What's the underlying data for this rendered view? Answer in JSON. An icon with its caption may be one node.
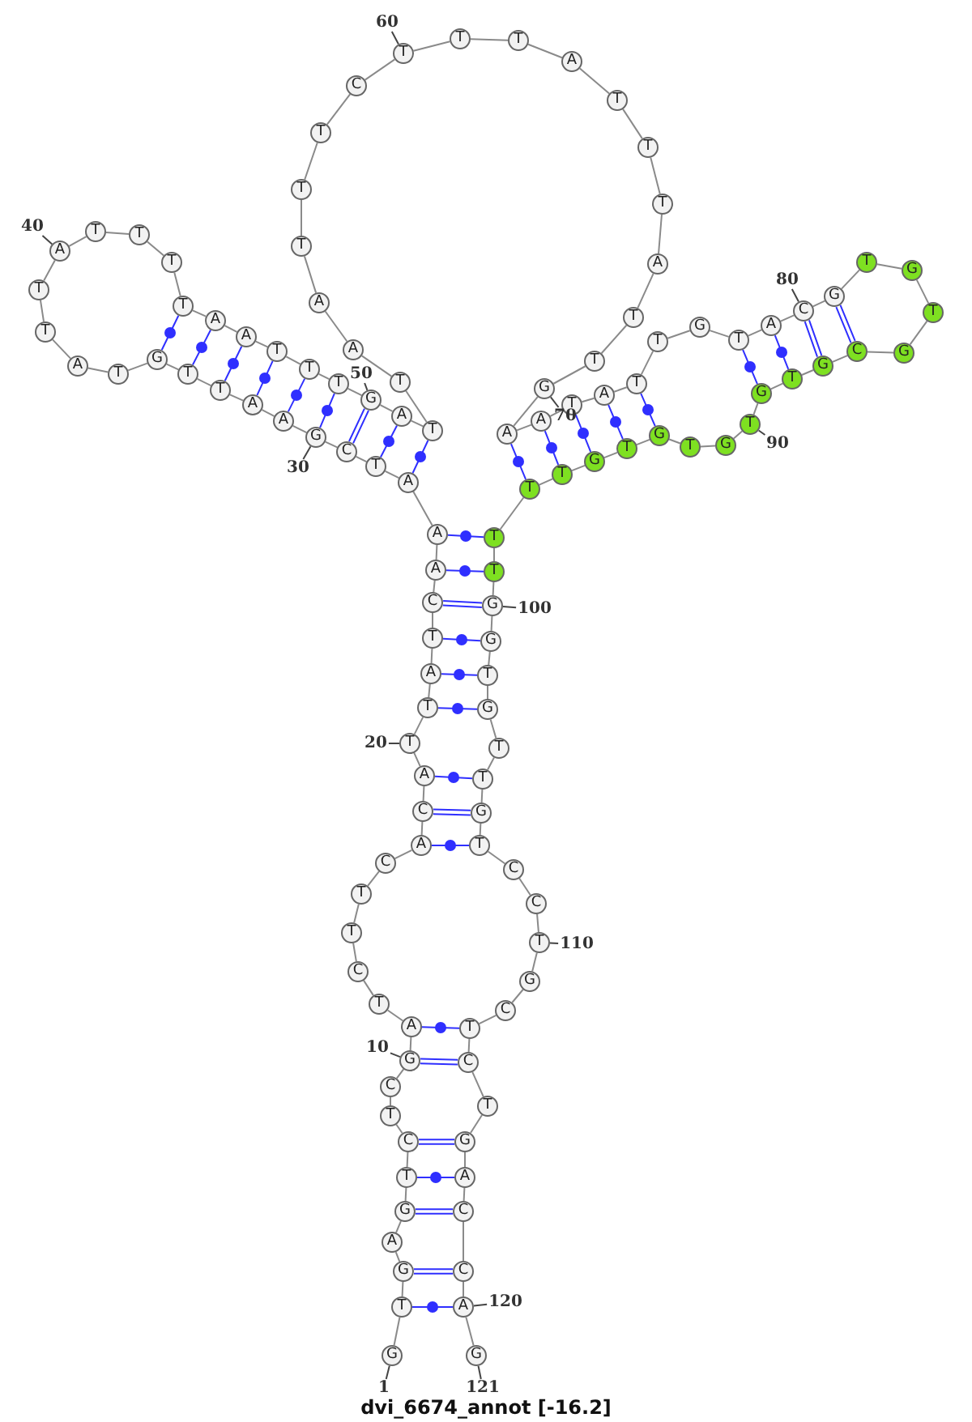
{
  "diagram": {
    "caption": "dvi_6674_annot [-16.2]",
    "nodes": [
      {
        "text": [
          "G"
        ]
      },
      {
        "text": [
          "T"
        ]
      },
      {
        "text": [
          "G"
        ]
      },
      {
        "text": [
          "A"
        ]
      },
      {
        "text": [
          "G"
        ]
      },
      {
        "text": [
          "T"
        ]
      },
      {
        "text": [
          "C"
        ]
      },
      {
        "text": [
          "T"
        ]
      },
      {
        "text": [
          "C"
        ]
      },
      {
        "text": [
          "G"
        ]
      },
      {
        "text": [
          "A"
        ]
      },
      {
        "text": [
          "T"
        ]
      },
      {
        "text": [
          "C"
        ]
      },
      {
        "text": [
          "T"
        ]
      },
      {
        "text": [
          "T"
        ]
      },
      {
        "text": [
          "C"
        ]
      },
      {
        "text": [
          "A"
        ]
      },
      {
        "text": [
          "C"
        ]
      },
      {
        "text": [
          "A"
        ]
      },
      {
        "text": [
          "T"
        ]
      },
      {
        "text": [
          "T"
        ]
      },
      {
        "text": [
          "A"
        ]
      },
      {
        "text": [
          "T"
        ]
      },
      {
        "text": [
          "C"
        ]
      },
      {
        "text": [
          "A"
        ]
      },
      {
        "text": [
          "A"
        ]
      },
      {
        "text": [
          "A"
        ]
      },
      {
        "text": [
          "T"
        ]
      },
      {
        "text": [
          "C"
        ]
      },
      {
        "text": [
          "G"
        ]
      },
      {
        "text": [
          "A"
        ]
      },
      {
        "text": [
          "A"
        ]
      },
      {
        "text": [
          "T"
        ]
      },
      {
        "text": [
          "T"
        ]
      },
      {
        "text": [
          "G"
        ]
      },
      {
        "text": [
          "T"
        ]
      },
      {
        "text": [
          "A"
        ]
      },
      {
        "text": [
          "T"
        ]
      },
      {
        "text": [
          "T"
        ]
      },
      {
        "text": [
          "A"
        ]
      },
      {
        "text": [
          "T"
        ]
      },
      {
        "text": [
          "T"
        ]
      },
      {
        "text": [
          "T"
        ]
      },
      {
        "text": [
          "T"
        ]
      },
      {
        "text": [
          "A"
        ]
      },
      {
        "text": [
          "A"
        ]
      },
      {
        "text": [
          "T"
        ]
      },
      {
        "text": [
          "T"
        ]
      },
      {
        "text": [
          "T"
        ]
      },
      {
        "text": [
          "G"
        ]
      },
      {
        "text": [
          "A"
        ]
      },
      {
        "text": [
          "T"
        ]
      },
      {
        "text": [
          "T"
        ]
      },
      {
        "text": [
          "A"
        ]
      },
      {
        "text": [
          "A"
        ]
      },
      {
        "text": [
          "T"
        ]
      },
      {
        "text": [
          "T"
        ]
      },
      {
        "text": [
          "T"
        ]
      },
      {
        "text": [
          "C"
        ]
      },
      {
        "text": [
          "T"
        ]
      },
      {
        "text": [
          "T"
        ]
      },
      {
        "text": [
          "T"
        ]
      },
      {
        "text": [
          "A"
        ]
      },
      {
        "text": [
          "T"
        ]
      },
      {
        "text": [
          "T"
        ]
      },
      {
        "text": [
          "T"
        ]
      },
      {
        "text": [
          "A"
        ]
      },
      {
        "text": [
          "T"
        ]
      },
      {
        "text": [
          "T"
        ]
      },
      {
        "text": [
          "G"
        ]
      },
      {
        "text": [
          "A"
        ]
      },
      {
        "text": [
          "A"
        ]
      },
      {
        "text": [
          "T"
        ]
      },
      {
        "text": [
          "A"
        ]
      },
      {
        "text": [
          "T"
        ]
      },
      {
        "text": [
          "T"
        ]
      },
      {
        "text": [
          "G"
        ]
      },
      {
        "text": [
          "T"
        ]
      },
      {
        "text": [
          "A"
        ]
      },
      {
        "text": [
          "C"
        ]
      },
      {
        "text": [
          "G"
        ]
      },
      {
        "text": [
          "T"
        ]
      },
      {
        "text": [
          "G"
        ]
      },
      {
        "text": [
          "T"
        ]
      },
      {
        "text": [
          "G"
        ]
      },
      {
        "text": [
          "C"
        ]
      },
      {
        "text": [
          "G"
        ]
      },
      {
        "text": [
          "T"
        ]
      },
      {
        "text": [
          "G"
        ]
      },
      {
        "text": [
          "T"
        ]
      },
      {
        "text": [
          "G"
        ]
      },
      {
        "text": [
          "T"
        ]
      },
      {
        "text": [
          "G"
        ]
      },
      {
        "text": [
          "T"
        ]
      },
      {
        "text": [
          "G"
        ]
      },
      {
        "text": [
          "T"
        ]
      },
      {
        "text": [
          "T"
        ]
      },
      {
        "text": [
          "T"
        ]
      },
      {
        "text": [
          "T"
        ]
      },
      {
        "text": [
          "G"
        ]
      },
      {
        "text": [
          "G"
        ]
      },
      {
        "text": [
          "T"
        ]
      },
      {
        "text": [
          "G"
        ]
      },
      {
        "text": [
          "T"
        ]
      },
      {
        "text": [
          "T"
        ]
      },
      {
        "text": [
          "G"
        ]
      },
      {
        "text": [
          "T"
        ]
      },
      {
        "text": [
          "C"
        ]
      },
      {
        "text": [
          "C"
        ]
      },
      {
        "text": [
          "T"
        ]
      },
      {
        "text": [
          "G"
        ]
      },
      {
        "text": [
          "C"
        ]
      },
      {
        "text": [
          "T"
        ]
      },
      {
        "text": [
          "C"
        ]
      },
      {
        "text": [
          "T"
        ]
      },
      {
        "text": [
          "G"
        ]
      },
      {
        "text": [
          "A"
        ]
      },
      {
        "text": [
          "C"
        ]
      },
      {
        "text": [
          "C"
        ]
      },
      {
        "text": [
          "A"
        ]
      },
      {
        "text": [
          "G"
        ]
      },
      {
        "text": [
          "1"
        ]
      },
      {
        "text": [
          "121"
        ]
      },
      {
        "text": [
          "10"
        ]
      },
      {
        "text": [
          "20"
        ]
      },
      {
        "text": [
          "30"
        ]
      },
      {
        "text": [
          "40"
        ]
      },
      {
        "text": [
          "50"
        ]
      },
      {
        "text": [
          "60"
        ]
      },
      {
        "text": [
          "70"
        ]
      },
      {
        "text": [
          "80"
        ]
      },
      {
        "text": [
          "90"
        ]
      },
      {
        "text": [
          "100"
        ]
      },
      {
        "text": [
          "110"
        ]
      },
      {
        "text": [
          "120"
        ]
      }
    ],
    "edges": [
      {
        "from": 0,
        "to": 1,
        "arrow": "none"
      },
      {
        "from": 1,
        "to": 2,
        "arrow": "none"
      },
      {
        "from": 2,
        "to": 3,
        "arrow": "none"
      },
      {
        "from": 3,
        "to": 4,
        "arrow": "none"
      },
      {
        "from": 4,
        "to": 5,
        "arrow": "none"
      },
      {
        "from": 5,
        "to": 6,
        "arrow": "none"
      },
      {
        "from": 6,
        "to": 7,
        "arrow": "none"
      },
      {
        "from": 7,
        "to": 8,
        "arrow": "none"
      },
      {
        "from": 8,
        "to": 9,
        "arrow": "none"
      },
      {
        "from": 9,
        "to": 10,
        "arrow": "none"
      },
      {
        "from": 10,
        "to": 11,
        "arrow": "none"
      },
      {
        "from": 11,
        "to": 12,
        "arrow": "none"
      },
      {
        "from": 12,
        "to": 13,
        "arrow": "none"
      },
      {
        "from": 13,
        "to": 14,
        "arrow": "none"
      },
      {
        "from": 14,
        "to": 15,
        "arrow": "none"
      },
      {
        "from": 15,
        "to": 16,
        "arrow": "none"
      },
      {
        "from": 16,
        "to": 17,
        "arrow": "none"
      },
      {
        "from": 17,
        "to": 18,
        "arrow": "none"
      },
      {
        "from": 18,
        "to": 19,
        "arrow": "none"
      },
      {
        "from": 19,
        "to": 20,
        "arrow": "none"
      },
      {
        "from": 20,
        "to": 21,
        "arrow": "none"
      },
      {
        "from": 21,
        "to": 22,
        "arrow": "none"
      },
      {
        "from": 22,
        "to": 23,
        "arrow": "none"
      },
      {
        "from": 23,
        "to": 24,
        "arrow": "none"
      },
      {
        "from": 24,
        "to": 25,
        "arrow": "none"
      },
      {
        "from": 25,
        "to": 26,
        "arrow": "none"
      },
      {
        "from": 26,
        "to": 27,
        "arrow": "none"
      },
      {
        "from": 27,
        "to": 28,
        "arrow": "none"
      },
      {
        "from": 28,
        "to": 29,
        "arrow": "none"
      },
      {
        "from": 29,
        "to": 30,
        "arrow": "none"
      },
      {
        "from": 30,
        "to": 31,
        "arrow": "none"
      },
      {
        "from": 31,
        "to": 32,
        "arrow": "none"
      },
      {
        "from": 32,
        "to": 33,
        "arrow": "none"
      },
      {
        "from": 33,
        "to": 34,
        "arrow": "none"
      },
      {
        "from": 34,
        "to": 35,
        "arrow": "none"
      },
      {
        "from": 35,
        "to": 36,
        "arrow": "none"
      },
      {
        "from": 36,
        "to": 37,
        "arrow": "none"
      },
      {
        "from": 37,
        "to": 38,
        "arrow": "none"
      },
      {
        "from": 38,
        "to": 39,
        "arrow": "none"
      },
      {
        "from": 39,
        "to": 40,
        "arrow": "none"
      },
      {
        "from": 40,
        "to": 41,
        "arrow": "none"
      },
      {
        "from": 41,
        "to": 42,
        "arrow": "none"
      },
      {
        "from": 42,
        "to": 43,
        "arrow": "none"
      },
      {
        "from": 43,
        "to": 44,
        "arrow": "none"
      },
      {
        "from": 44,
        "to": 45,
        "arrow": "none"
      },
      {
        "from": 45,
        "to": 46,
        "arrow": "none"
      },
      {
        "from": 46,
        "to": 47,
        "arrow": "none"
      },
      {
        "from": 47,
        "to": 48,
        "arrow": "none"
      },
      {
        "from": 48,
        "to": 49,
        "arrow": "none"
      },
      {
        "from": 49,
        "to": 50,
        "arrow": "none"
      },
      {
        "from": 50,
        "to": 51,
        "arrow": "none"
      },
      {
        "from": 51,
        "to": 52,
        "arrow": "none"
      },
      {
        "from": 52,
        "to": 53,
        "arrow": "none"
      },
      {
        "from": 53,
        "to": 54,
        "arrow": "none"
      },
      {
        "from": 54,
        "to": 55,
        "arrow": "none"
      },
      {
        "from": 55,
        "to": 56,
        "arrow": "none"
      },
      {
        "from": 56,
        "to": 57,
        "arrow": "none"
      },
      {
        "from": 57,
        "to": 58,
        "arrow": "none"
      },
      {
        "from": 58,
        "to": 59,
        "arrow": "none"
      },
      {
        "from": 59,
        "to": 60,
        "arrow": "none"
      },
      {
        "from": 60,
        "to": 61,
        "arrow": "none"
      },
      {
        "from": 61,
        "to": 62,
        "arrow": "none"
      },
      {
        "from": 62,
        "to": 63,
        "arrow": "none"
      },
      {
        "from": 63,
        "to": 64,
        "arrow": "none"
      },
      {
        "from": 64,
        "to": 65,
        "arrow": "none"
      },
      {
        "from": 65,
        "to": 66,
        "arrow": "none"
      },
      {
        "from": 66,
        "to": 67,
        "arrow": "none"
      },
      {
        "from": 67,
        "to": 68,
        "arrow": "none"
      },
      {
        "from": 68,
        "to": 69,
        "arrow": "none"
      },
      {
        "from": 69,
        "to": 70,
        "arrow": "none"
      },
      {
        "from": 70,
        "to": 71,
        "arrow": "none"
      },
      {
        "from": 71,
        "to": 72,
        "arrow": "none"
      },
      {
        "from": 72,
        "to": 73,
        "arrow": "none"
      },
      {
        "from": 73,
        "to": 74,
        "arrow": "none"
      },
      {
        "from": 74,
        "to": 75,
        "arrow": "none"
      },
      {
        "from": 75,
        "to": 76,
        "arrow": "none"
      },
      {
        "from": 76,
        "to": 77,
        "arrow": "none"
      },
      {
        "from": 77,
        "to": 78,
        "arrow": "none"
      },
      {
        "from": 78,
        "to": 79,
        "arrow": "none"
      },
      {
        "from": 79,
        "to": 80,
        "arrow": "none"
      },
      {
        "from": 80,
        "to": 81,
        "arrow": "none"
      },
      {
        "from": 81,
        "to": 82,
        "arrow": "none"
      },
      {
        "from": 82,
        "to": 83,
        "arrow": "none"
      },
      {
        "from": 83,
        "to": 84,
        "arrow": "none"
      },
      {
        "from": 84,
        "to": 85,
        "arrow": "none"
      },
      {
        "from": 85,
        "to": 86,
        "arrow": "none"
      },
      {
        "from": 86,
        "to": 87,
        "arrow": "none"
      },
      {
        "from": 87,
        "to": 88,
        "arrow": "none"
      },
      {
        "from": 88,
        "to": 89,
        "arrow": "none"
      },
      {
        "from": 89,
        "to": 90,
        "arrow": "none"
      },
      {
        "from": 90,
        "to": 91,
        "arrow": "none"
      },
      {
        "from": 91,
        "to": 92,
        "arrow": "none"
      },
      {
        "from": 92,
        "to": 93,
        "arrow": "none"
      },
      {
        "from": 93,
        "to": 94,
        "arrow": "none"
      },
      {
        "from": 94,
        "to": 95,
        "arrow": "none"
      },
      {
        "from": 95,
        "to": 96,
        "arrow": "none"
      },
      {
        "from": 96,
        "to": 97,
        "arrow": "none"
      },
      {
        "from": 97,
        "to": 98,
        "arrow": "none"
      },
      {
        "from": 98,
        "to": 99,
        "arrow": "none"
      },
      {
        "from": 99,
        "to": 100,
        "arrow": "none"
      },
      {
        "from": 100,
        "to": 101,
        "arrow": "none"
      },
      {
        "from": 101,
        "to": 102,
        "arrow": "none"
      },
      {
        "from": 102,
        "to": 103,
        "arrow": "none"
      },
      {
        "from": 103,
        "to": 104,
        "arrow": "none"
      },
      {
        "from": 104,
        "to": 105,
        "arrow": "none"
      },
      {
        "from": 105,
        "to": 106,
        "arrow": "none"
      },
      {
        "from": 106,
        "to": 107,
        "arrow": "none"
      },
      {
        "from": 107,
        "to": 108,
        "arrow": "none"
      },
      {
        "from": 108,
        "to": 109,
        "arrow": "none"
      },
      {
        "from": 109,
        "to": 110,
        "arrow": "none"
      },
      {
        "from": 110,
        "to": 111,
        "arrow": "none"
      },
      {
        "from": 111,
        "to": 112,
        "arrow": "none"
      },
      {
        "from": 112,
        "to": 113,
        "arrow": "none"
      },
      {
        "from": 113,
        "to": 114,
        "arrow": "none"
      },
      {
        "from": 114,
        "to": 115,
        "arrow": "none"
      },
      {
        "from": 115,
        "to": 116,
        "arrow": "none"
      },
      {
        "from": 116,
        "to": 117,
        "arrow": "none"
      },
      {
        "from": 117,
        "to": 118,
        "arrow": "none"
      },
      {
        "from": 118,
        "to": 119,
        "arrow": "none"
      },
      {
        "from": 119,
        "to": 120,
        "arrow": "none"
      },
      {
        "from": 1,
        "to": 119,
        "arrow": "none",
        "color": "#2f2fff"
      },
      {
        "from": 2,
        "to": 118,
        "arrow": "none",
        "color": "#2f2fff"
      },
      {
        "from": 4,
        "to": 117,
        "arrow": "none",
        "color": "#2f2fff"
      },
      {
        "from": 5,
        "to": 116,
        "arrow": "none",
        "color": "#2f2fff"
      },
      {
        "from": 6,
        "to": 115,
        "arrow": "none",
        "color": "#2f2fff"
      },
      {
        "from": 9,
        "to": 113,
        "arrow": "none",
        "color": "#2f2fff"
      },
      {
        "from": 10,
        "to": 112,
        "arrow": "none",
        "color": "#2f2fff"
      },
      {
        "from": 16,
        "to": 106,
        "arrow": "none",
        "color": "#2f2fff"
      },
      {
        "from": 17,
        "to": 105,
        "arrow": "none",
        "color": "#2f2fff"
      },
      {
        "from": 18,
        "to": 104,
        "arrow": "none",
        "color": "#2f2fff"
      },
      {
        "from": 20,
        "to": 102,
        "arrow": "none",
        "color": "#2f2fff"
      },
      {
        "from": 21,
        "to": 101,
        "arrow": "none",
        "color": "#2f2fff"
      },
      {
        "from": 22,
        "to": 100,
        "arrow": "none",
        "color": "#2f2fff"
      },
      {
        "from": 23,
        "to": 99,
        "arrow": "none",
        "color": "#2f2fff"
      },
      {
        "from": 24,
        "to": 98,
        "arrow": "none",
        "color": "#2f2fff"
      },
      {
        "from": 25,
        "to": 97,
        "arrow": "none",
        "color": "#2f2fff"
      },
      {
        "from": 26,
        "to": 51,
        "arrow": "none",
        "color": "#2f2fff"
      },
      {
        "from": 27,
        "to": 50,
        "arrow": "none",
        "color": "#2f2fff"
      },
      {
        "from": 28,
        "to": 49,
        "arrow": "none",
        "color": "#2f2fff"
      },
      {
        "from": 29,
        "to": 48,
        "arrow": "none",
        "color": "#2f2fff"
      },
      {
        "from": 30,
        "to": 47,
        "arrow": "none",
        "color": "#2f2fff"
      },
      {
        "from": 31,
        "to": 46,
        "arrow": "none",
        "color": "#2f2fff"
      },
      {
        "from": 32,
        "to": 45,
        "arrow": "none",
        "color": "#2f2fff"
      },
      {
        "from": 33,
        "to": 44,
        "arrow": "none",
        "color": "#2f2fff"
      },
      {
        "from": 34,
        "to": 43,
        "arrow": "none",
        "color": "#2f2fff"
      },
      {
        "from": 70,
        "to": 96,
        "arrow": "none",
        "color": "#2f2fff"
      },
      {
        "from": 71,
        "to": 95,
        "arrow": "none",
        "color": "#2f2fff"
      },
      {
        "from": 72,
        "to": 94,
        "arrow": "none",
        "color": "#2f2fff"
      },
      {
        "from": 73,
        "to": 93,
        "arrow": "none",
        "color": "#2f2fff"
      },
      {
        "from": 74,
        "to": 92,
        "arrow": "none",
        "color": "#2f2fff"
      },
      {
        "from": 77,
        "to": 88,
        "arrow": "none",
        "color": "#2f2fff"
      },
      {
        "from": 78,
        "to": 87,
        "arrow": "none",
        "color": "#2f2fff"
      },
      {
        "from": 79,
        "to": 86,
        "arrow": "none",
        "color": "#2f2fff"
      },
      {
        "from": 80,
        "to": 85,
        "arrow": "none",
        "color": "#2f2fff"
      },
      {
        "from": 121,
        "to": 0,
        "arrow": "none",
        "color": "#444444"
      },
      {
        "from": 122,
        "to": 120,
        "arrow": "none",
        "color": "#444444"
      },
      {
        "from": 123,
        "to": 9,
        "arrow": "none",
        "color": "#444444"
      },
      {
        "from": 124,
        "to": 19,
        "arrow": "none",
        "color": "#444444"
      },
      {
        "from": 125,
        "to": 29,
        "arrow": "none",
        "color": "#444444"
      },
      {
        "from": 126,
        "to": 39,
        "arrow": "none",
        "color": "#444444"
      },
      {
        "from": 127,
        "to": 49,
        "arrow": "none",
        "color": "#444444"
      },
      {
        "from": 128,
        "to": 59,
        "arrow": "none",
        "color": "#444444"
      },
      {
        "from": 129,
        "to": 69,
        "arrow": "none",
        "color": "#444444"
      },
      {
        "from": 130,
        "to": 79,
        "arrow": "none",
        "color": "#444444"
      },
      {
        "from": 131,
        "to": 89,
        "arrow": "none",
        "color": "#444444"
      },
      {
        "from": 132,
        "to": 99,
        "arrow": "none",
        "color": "#444444"
      },
      {
        "from": 133,
        "to": 109,
        "arrow": "none",
        "color": "#444444"
      },
      {
        "from": 134,
        "to": 119,
        "arrow": "none",
        "color": "#444444"
      }
    ]
  }
}
